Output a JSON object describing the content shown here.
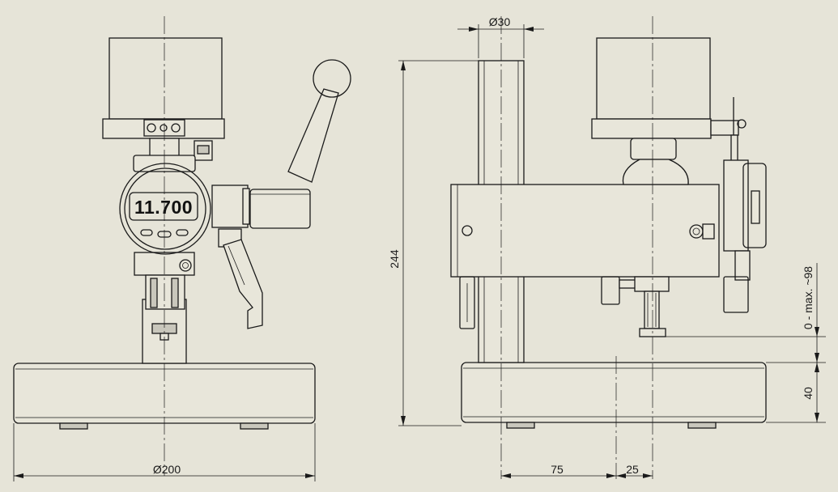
{
  "display": {
    "reading": "11.700"
  },
  "dimensions": {
    "shaft_diameter": "Ø30",
    "base_diameter": "Ø200",
    "total_height": "244",
    "base_height": "40",
    "measuring_range": "0 - max. ~98",
    "column_offset": "75",
    "spindle_offset": "25"
  }
}
